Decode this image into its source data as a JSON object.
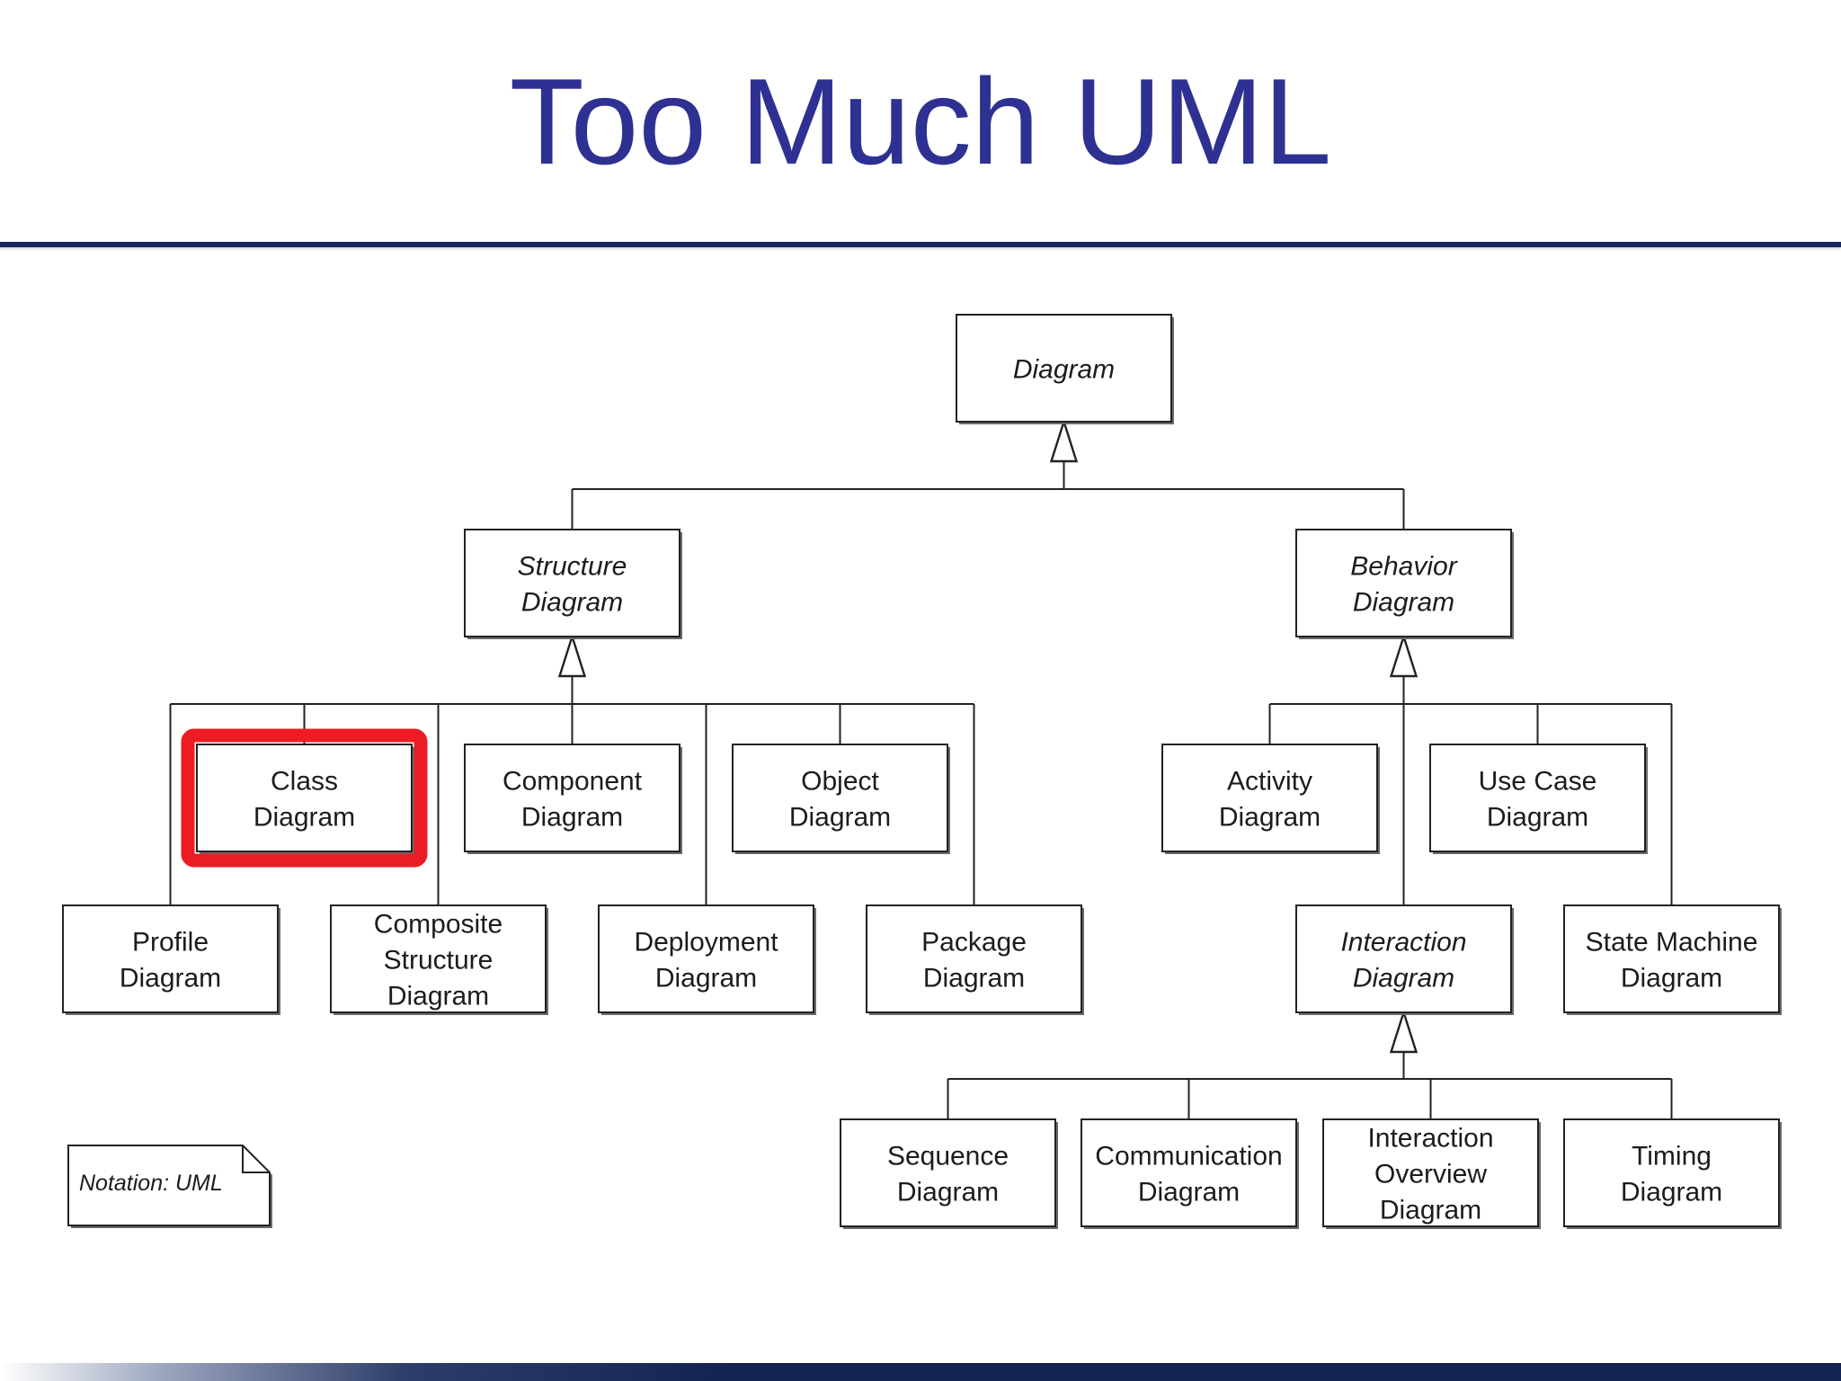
{
  "slide": {
    "title": "Too Much UML"
  },
  "diagram": {
    "note": "Notation: UML",
    "highlight_color": "#ec1c24",
    "title_color": "#2e3192",
    "nodes": [
      {
        "id": "diagram",
        "lines": [
          "Diagram"
        ],
        "abstract": true
      },
      {
        "id": "structure",
        "lines": [
          "Structure",
          "Diagram"
        ],
        "abstract": true
      },
      {
        "id": "behavior",
        "lines": [
          "Behavior",
          "Diagram"
        ],
        "abstract": true
      },
      {
        "id": "class",
        "lines": [
          "Class",
          "Diagram"
        ],
        "abstract": false,
        "highlighted": true
      },
      {
        "id": "component",
        "lines": [
          "Component",
          "Diagram"
        ],
        "abstract": false
      },
      {
        "id": "object",
        "lines": [
          "Object",
          "Diagram"
        ],
        "abstract": false
      },
      {
        "id": "profile",
        "lines": [
          "Profile",
          "Diagram"
        ],
        "abstract": false
      },
      {
        "id": "composite",
        "lines": [
          "Composite",
          "Structure",
          "Diagram"
        ],
        "abstract": false
      },
      {
        "id": "deployment",
        "lines": [
          "Deployment",
          "Diagram"
        ],
        "abstract": false
      },
      {
        "id": "package",
        "lines": [
          "Package",
          "Diagram"
        ],
        "abstract": false
      },
      {
        "id": "activity",
        "lines": [
          "Activity",
          "Diagram"
        ],
        "abstract": false
      },
      {
        "id": "usecase",
        "lines": [
          "Use Case",
          "Diagram"
        ],
        "abstract": false
      },
      {
        "id": "interaction",
        "lines": [
          "Interaction",
          "Diagram"
        ],
        "abstract": true
      },
      {
        "id": "statemachine",
        "lines": [
          "State Machine",
          "Diagram"
        ],
        "abstract": false
      },
      {
        "id": "sequence",
        "lines": [
          "Sequence",
          "Diagram"
        ],
        "abstract": false
      },
      {
        "id": "communication",
        "lines": [
          "Communication",
          "Diagram"
        ],
        "abstract": false
      },
      {
        "id": "interactionoverview",
        "lines": [
          "Interaction",
          "Overview",
          "Diagram"
        ],
        "abstract": false
      },
      {
        "id": "timing",
        "lines": [
          "Timing",
          "Diagram"
        ],
        "abstract": false
      }
    ],
    "generalizations": [
      {
        "parent": "diagram",
        "children": [
          "structure",
          "behavior"
        ]
      },
      {
        "parent": "structure",
        "children": [
          "class",
          "component",
          "object",
          "profile",
          "composite",
          "deployment",
          "package"
        ]
      },
      {
        "parent": "behavior",
        "children": [
          "activity",
          "usecase",
          "interaction",
          "statemachine"
        ]
      },
      {
        "parent": "interaction",
        "children": [
          "sequence",
          "communication",
          "interactionoverview",
          "timing"
        ]
      }
    ]
  }
}
